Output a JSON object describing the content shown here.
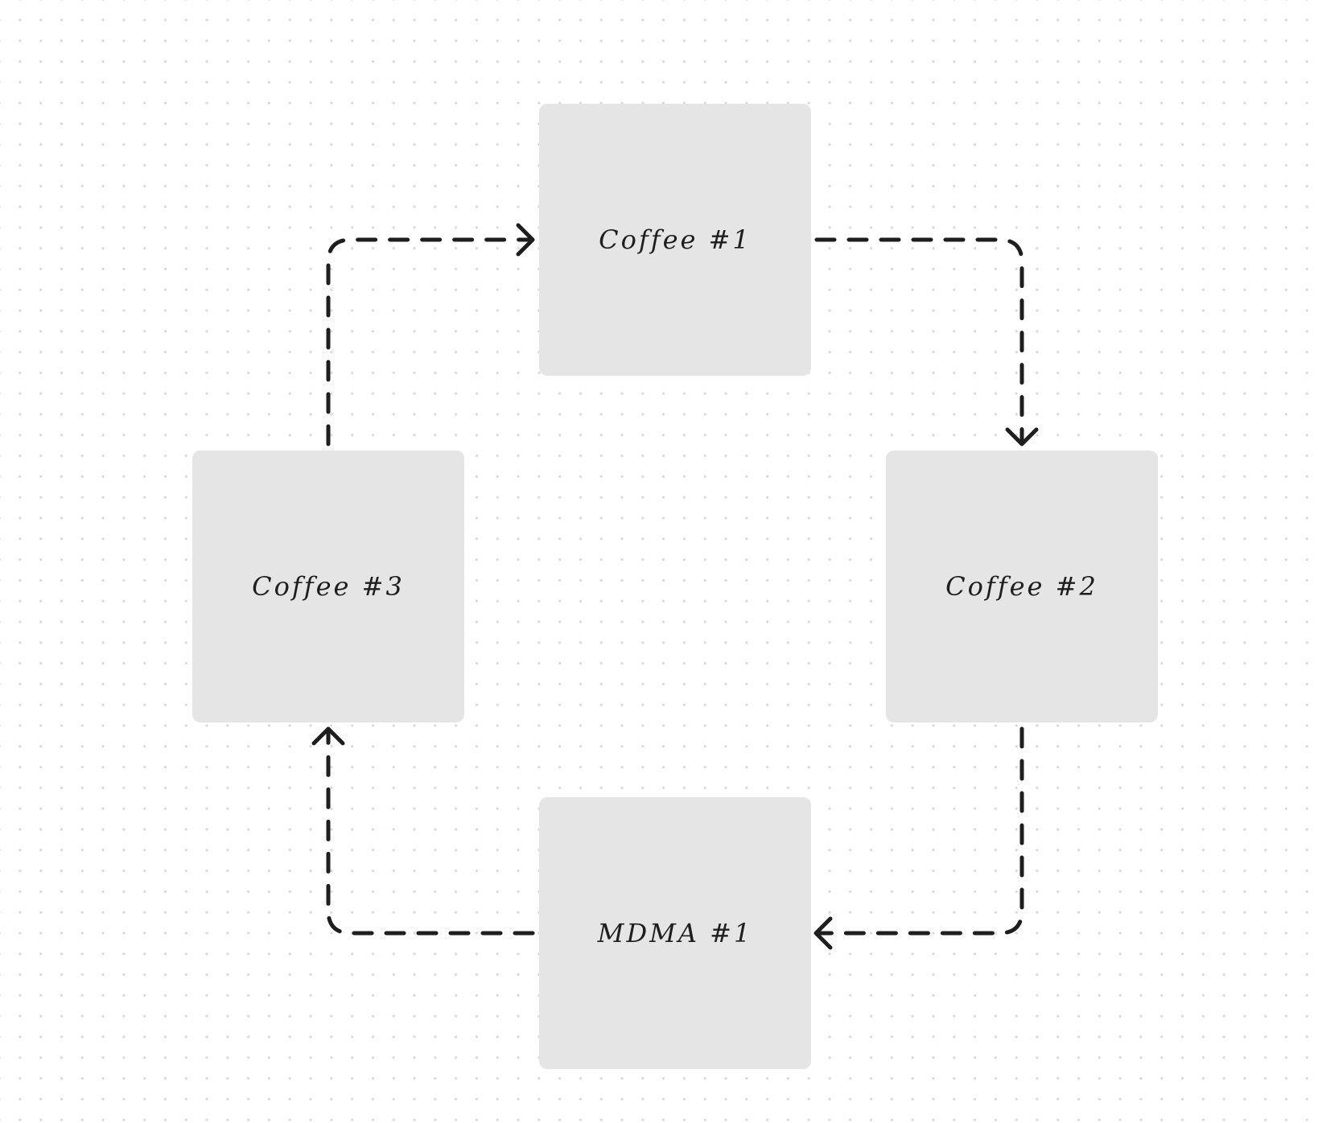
{
  "diagram": {
    "nodes": [
      {
        "id": "coffee1",
        "label": "Coffee #1"
      },
      {
        "id": "coffee2",
        "label": "Coffee #2"
      },
      {
        "id": "coffee3",
        "label": "Coffee #3"
      },
      {
        "id": "mdma1",
        "label": "MDMA #1"
      }
    ],
    "edges": [
      {
        "from": "coffee1",
        "to": "coffee2",
        "style": "dashed"
      },
      {
        "from": "coffee2",
        "to": "mdma1",
        "style": "dashed"
      },
      {
        "from": "mdma1",
        "to": "coffee3",
        "style": "dashed"
      },
      {
        "from": "coffee3",
        "to": "coffee1",
        "style": "dashed"
      }
    ],
    "colors": {
      "background": "#ffffff",
      "grid_dot": "#dadada",
      "node_fill": "#e5e5e5",
      "stroke": "#1e1e1e"
    }
  }
}
